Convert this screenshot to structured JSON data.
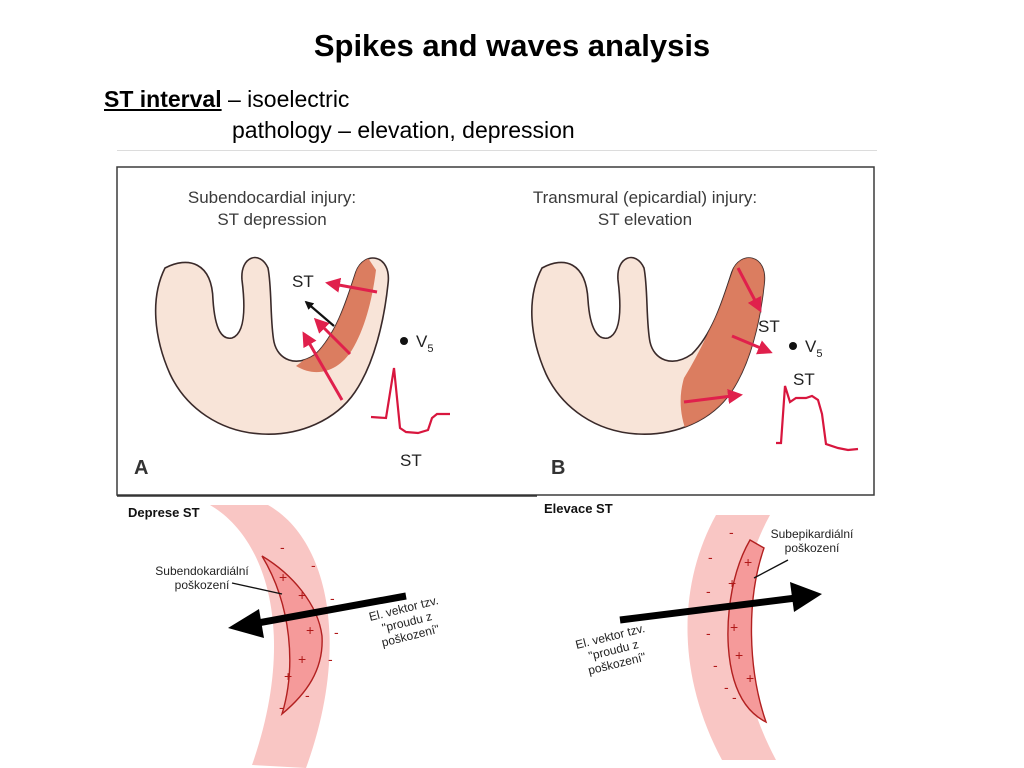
{
  "slide": {
    "title": "Spikes and waves analysis",
    "st_term": "ST interval",
    "st_line1_rest": " – isoelectric",
    "st_line2": "pathology – elevation, depression"
  },
  "panel_a": {
    "title_line1": "Subendocardial injury:",
    "title_line2": "ST depression",
    "st_vector_label": "ST",
    "lead_label": "V",
    "lead_sub": "5",
    "ecg_label": "ST",
    "panel_letter": "A"
  },
  "panel_b": {
    "title_line1": "Transmural (epicardial) injury:",
    "title_line2": "ST elevation",
    "st_vector_label": "ST",
    "lead_label": "V",
    "lead_sub": "5",
    "ecg_label": "ST",
    "panel_letter": "B"
  },
  "lower_left": {
    "heading": "Deprese ST",
    "injury_line1": "Subendokardiální",
    "injury_line2": "poškození",
    "vector_line1": "El. vektor tzv.",
    "vector_line2": "\"proudu z",
    "vector_line3": "poškození\""
  },
  "lower_right": {
    "heading": "Elevace ST",
    "injury_line1": "Subepikardiální",
    "injury_line2": "poškození",
    "vector_line1": "El. vektor tzv.",
    "vector_line2": "\"proudu z",
    "vector_line3": "poškození\""
  },
  "colors": {
    "myocardium": "#f8e4d8",
    "injury_zone": "#d9775a",
    "arrow_red": "#e0204c",
    "ecg_red": "#d8163e",
    "band_pink": "#f9c6c4",
    "band_inner": "#f59a9a"
  }
}
